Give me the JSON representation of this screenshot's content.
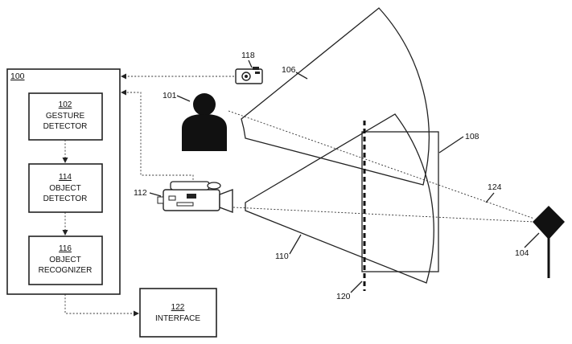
{
  "system": {
    "ref": "100"
  },
  "blocks": {
    "gesture_detector": {
      "ref": "102",
      "line1": "GESTURE",
      "line2": "DETECTOR"
    },
    "object_detector": {
      "ref": "114",
      "line1": "OBJECT",
      "line2": "DETECTOR"
    },
    "object_recognizer": {
      "ref": "116",
      "line1": "OBJECT",
      "line2": "RECOGNIZER"
    },
    "interface": {
      "ref": "122",
      "line1": "INTERFACE"
    }
  },
  "labels": {
    "person": "101",
    "object": "104",
    "fov_camera_118": "106",
    "region": "108",
    "fov_camera_112": "110",
    "video_camera": "112",
    "still_camera": "118",
    "plane": "120",
    "ray": "124"
  }
}
